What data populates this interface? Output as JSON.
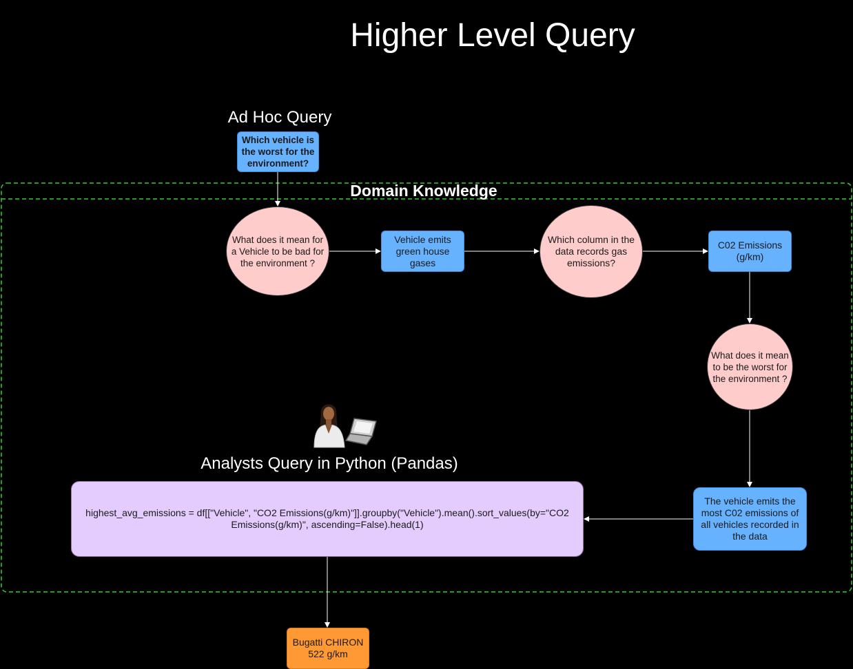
{
  "title": "Higher Level Query",
  "adhoc": {
    "heading": "Ad Hoc Query",
    "question": "Which vehicle is the worst for the environment?"
  },
  "domain": {
    "label": "Domain Knowledge",
    "border_color": "#33cc33"
  },
  "nodes": {
    "bad_for_env": "What does it mean for a Vehicle to be bad for the environment ?",
    "emits_gases": "Vehicle emits green house gases",
    "which_column": "Which column in the data records gas emissions?",
    "co2_column": "C02 Emissions (g/km)",
    "worst_meaning": "What does it mean to be the worst for the environment ?",
    "most_emissions": "The vehicle emits the most C02 emissions of all vehicles recorded in the data"
  },
  "analyst": {
    "heading": "Analysts Query in Python (Pandas)",
    "icon": "analyst-with-laptop-icon",
    "code": "highest_avg_emissions = df[[\"Vehicle\", \"CO2 Emissions(g/km)\"]].groupby(\"Vehicle\").mean().sort_values(by=\"CO2 Emissions(g/km)\", ascending=False).head(1)"
  },
  "result": {
    "name": "Bugatti CHIRON",
    "value": "522 g/km"
  },
  "colors": {
    "background": "#000000",
    "blue_node": "#66b2ff",
    "pink_node": "#ffcccc",
    "purple_node": "#e5ccff",
    "orange_node": "#ff9933",
    "arrow": "#ffffff"
  }
}
